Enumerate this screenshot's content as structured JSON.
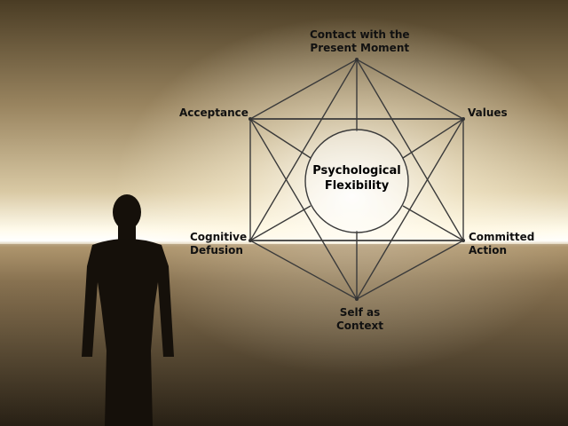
{
  "diagram": {
    "center": "Psychological\nFlexibility",
    "nodes": {
      "top": "Contact with the\nPresent Moment",
      "upper_left": "Acceptance",
      "upper_right": "Values",
      "lower_left": "Cognitive\nDefusion",
      "lower_right": "Committed\nAction",
      "bottom": "Self as\nContext"
    }
  },
  "colors": {
    "line": "#3a3a3a",
    "label": "#111111"
  }
}
